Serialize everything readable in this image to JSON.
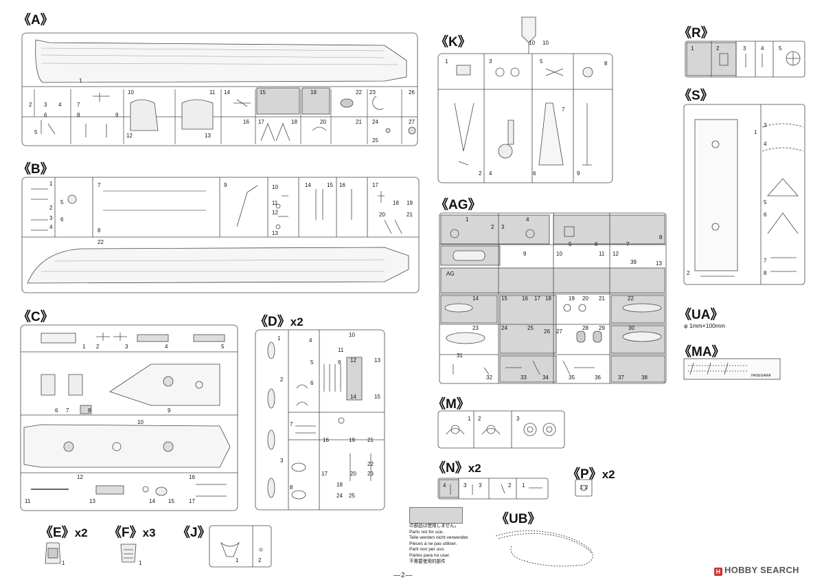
{
  "sections": {
    "A": "《A》",
    "B": "《B》",
    "C": "《C》",
    "D": "《D》",
    "D_mult": "x2",
    "E": "《E》",
    "E_mult": "x2",
    "F": "《F》",
    "F_mult": "x3",
    "J": "《J》",
    "K": "《K》",
    "AG": "《AG》",
    "M": "《M》",
    "N": "《N》",
    "N_mult": "x2",
    "P": "《P》",
    "P_mult": "x2",
    "UB": "《UB》",
    "R": "《R》",
    "S": "《S》",
    "UA": "《UA》",
    "MA": "《MA》"
  },
  "ua_desc": "φ 1mm×100mm",
  "notice": {
    "lines": [
      "の部品は使用しません。",
      "Parts not for use.",
      "Teile werden nicht verwendet.",
      "Pièces à ne pas utiliser.",
      "Parti non per uso.",
      "Partes para no usar.",
      "不需要使用的部件"
    ]
  },
  "page_number": "—2—",
  "watermark": "HOBBY SEARCH",
  "watermark_mark": "H",
  "part_numbers": {
    "A": [
      "1",
      "2",
      "3",
      "4",
      "5",
      "6",
      "7",
      "8",
      "9",
      "10",
      "11",
      "12",
      "13",
      "14",
      "15",
      "16",
      "17",
      "18",
      "19",
      "20",
      "21",
      "22",
      "23",
      "24",
      "25",
      "26",
      "27"
    ],
    "B": [
      "1",
      "2",
      "3",
      "4",
      "5",
      "6",
      "7",
      "8",
      "9",
      "10",
      "11",
      "12",
      "13",
      "14",
      "15",
      "16",
      "17",
      "18",
      "19",
      "20",
      "21",
      "22"
    ],
    "C": [
      "1",
      "2",
      "3",
      "4",
      "5",
      "6",
      "7",
      "8",
      "9",
      "10",
      "11",
      "12",
      "13",
      "14",
      "15",
      "16",
      "17"
    ],
    "D": [
      "1",
      "2",
      "3",
      "4",
      "5",
      "6",
      "7",
      "8",
      "9",
      "10",
      "11",
      "12",
      "13",
      "14",
      "15",
      "16",
      "17",
      "18",
      "19",
      "20",
      "21",
      "22",
      "23",
      "24",
      "25"
    ],
    "K": [
      "1",
      "2",
      "3",
      "4",
      "5",
      "6",
      "7",
      "8",
      "9",
      "10"
    ],
    "AG": [
      "1",
      "2",
      "3",
      "4",
      "5",
      "6",
      "7",
      "8",
      "9",
      "10",
      "11",
      "12",
      "13",
      "14",
      "15",
      "16",
      "17",
      "18",
      "19",
      "20",
      "21",
      "22",
      "23",
      "24",
      "25",
      "26",
      "27",
      "28",
      "29",
      "30",
      "31",
      "32",
      "33",
      "34",
      "35",
      "36",
      "37",
      "38",
      "39"
    ],
    "R": [
      "1",
      "2",
      "3",
      "4",
      "5"
    ],
    "S": [
      "1",
      "2",
      "3",
      "4",
      "5",
      "6",
      "7",
      "8"
    ],
    "M": [
      "1",
      "2",
      "3"
    ],
    "N": [
      "1",
      "2",
      "3",
      "4"
    ],
    "E": [
      "1"
    ],
    "F": [
      "1"
    ],
    "J": [
      "1",
      "2"
    ],
    "P": [
      "1",
      "2"
    ]
  },
  "ag_tag": "AG",
  "ma_text": "HASEGAWA"
}
